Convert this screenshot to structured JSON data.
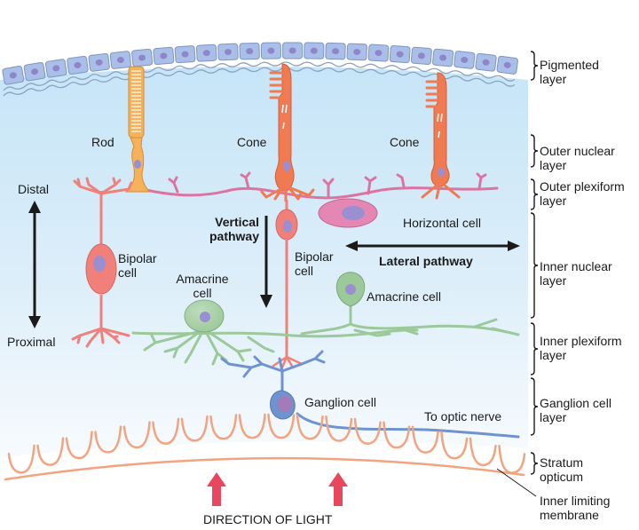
{
  "title": "Retina layers and neuronal pathways",
  "colors": {
    "background_top": "#c9e6f7",
    "background_bottom": "#f2f8fc",
    "pigment_cell": "#a9bfe8",
    "pigment_nucleus": "#8f86c9",
    "rod": "#f6b25a",
    "cone": "#f07a52",
    "bipolar": "#f1807a",
    "horizontal": "#e07aa8",
    "amacrine": "#9cc99a",
    "ganglion": "#6f93cf",
    "stratum": "#f2a480",
    "light_arrow": "#e8475e",
    "nucleus": "#9a8fd0"
  },
  "cell_labels": {
    "rod": "Rod",
    "cone_1": "Cone",
    "cone_2": "Cone",
    "bipolar_1": [
      "Bipolar",
      "cell"
    ],
    "bipolar_2": [
      "Bipolar",
      "cell"
    ],
    "horizontal": "Horizontal cell",
    "amacrine_1": [
      "Amacrine",
      "cell"
    ],
    "amacrine_2": "Amacrine cell",
    "ganglion": "Ganglion cell",
    "optic_nerve": "To optic nerve"
  },
  "pathways": {
    "vertical": [
      "Vertical",
      "pathway"
    ],
    "lateral": "Lateral pathway",
    "distal": "Distal",
    "proximal": "Proximal"
  },
  "layers": [
    {
      "name": [
        "Pigmented",
        "layer"
      ]
    },
    {
      "name": [
        "Outer nuclear",
        "layer"
      ]
    },
    {
      "name": [
        "Outer plexiform",
        "layer"
      ]
    },
    {
      "name": [
        "Inner nuclear",
        "layer"
      ]
    },
    {
      "name": [
        "Inner plexiform",
        "layer"
      ]
    },
    {
      "name": [
        "Ganglion cell",
        "layer"
      ]
    },
    {
      "name": [
        "Stratum",
        "opticum"
      ]
    },
    {
      "name": [
        "Inner limiting",
        "membrane"
      ]
    }
  ],
  "light": {
    "label": "DIRECTION OF LIGHT"
  }
}
